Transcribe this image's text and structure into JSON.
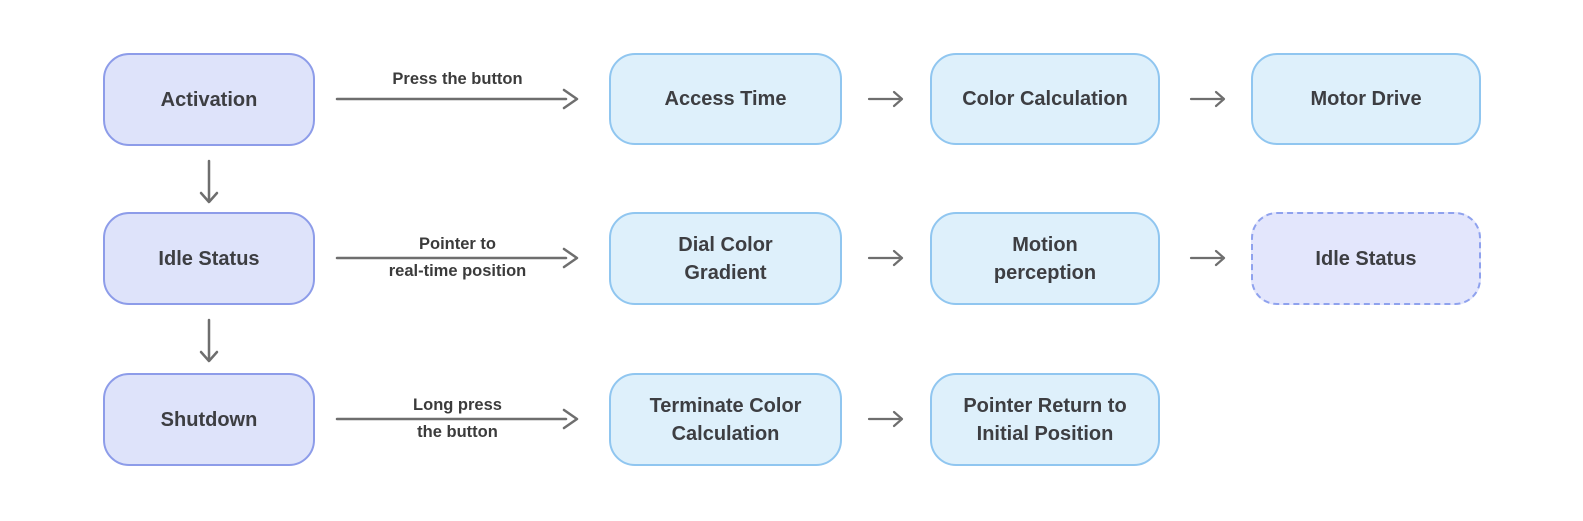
{
  "diagram": {
    "type": "flowchart",
    "nodes": {
      "activation": {
        "label": "Activation",
        "style": "solid-purple"
      },
      "idle_status": {
        "label": "Idle Status",
        "style": "solid-purple"
      },
      "shutdown": {
        "label": "Shutdown",
        "style": "solid-purple"
      },
      "access_time": {
        "label": "Access Time",
        "style": "solid-blue"
      },
      "color_calculation": {
        "label": "Color Calculation",
        "style": "solid-blue"
      },
      "motor_drive": {
        "label": "Motor Drive",
        "style": "solid-blue"
      },
      "dial_color_gradient": {
        "label": "Dial Color\nGradient",
        "style": "solid-blue"
      },
      "motion_perception": {
        "label": "Motion\nperception",
        "style": "solid-blue"
      },
      "idle_status_end": {
        "label": "Idle Status",
        "style": "dashed-purple"
      },
      "terminate_color_calculation": {
        "label": "Terminate Color\nCalculation",
        "style": "solid-blue"
      },
      "pointer_return_to_initial_position": {
        "label": "Pointer Return to\nInitial Position",
        "style": "solid-blue"
      }
    },
    "edges": [
      {
        "from": "activation",
        "to": "access_time",
        "label": "Press the button"
      },
      {
        "from": "access_time",
        "to": "color_calculation",
        "label": ""
      },
      {
        "from": "color_calculation",
        "to": "motor_drive",
        "label": ""
      },
      {
        "from": "activation",
        "to": "idle_status",
        "label": ""
      },
      {
        "from": "idle_status",
        "to": "dial_color_gradient",
        "label": "Pointer to\nreal-time position"
      },
      {
        "from": "dial_color_gradient",
        "to": "motion_perception",
        "label": ""
      },
      {
        "from": "motion_perception",
        "to": "idle_status_end",
        "label": ""
      },
      {
        "from": "idle_status",
        "to": "shutdown",
        "label": ""
      },
      {
        "from": "shutdown",
        "to": "terminate_color_calculation",
        "label": "Long press\nthe button"
      },
      {
        "from": "terminate_color_calculation",
        "to": "pointer_return_to_initial_position",
        "label": ""
      }
    ],
    "colors": {
      "state_node_fill": "#dee3fa",
      "state_node_border": "#8d9ce9",
      "process_node_fill": "#def0fb",
      "process_node_border": "#90c6f0",
      "dashed_node_fill": "#e3e6fc",
      "dashed_node_border": "#8fa2ee",
      "arrow": "#6e6e6e",
      "node_text": "#3d3e42",
      "edge_label_text": "#3b3b3b",
      "background": "#ffffff"
    }
  }
}
